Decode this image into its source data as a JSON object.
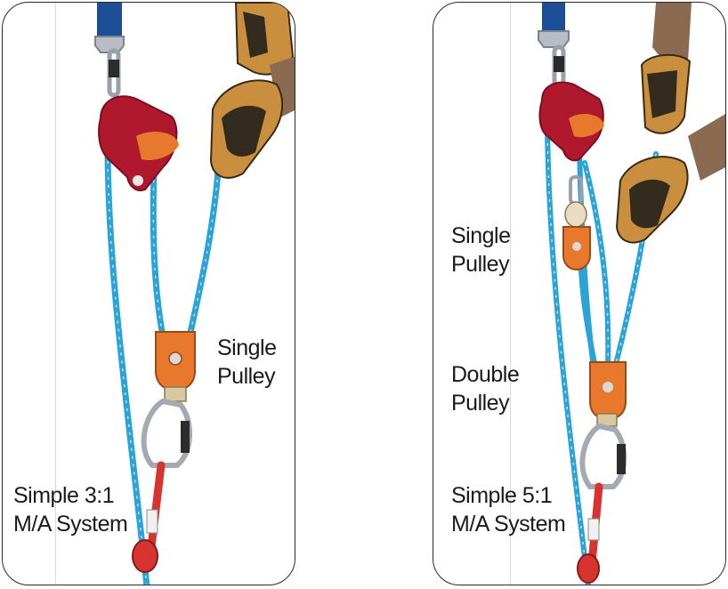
{
  "panels": [
    {
      "pulley_label": [
        "Single",
        "Pulley"
      ],
      "system_label": [
        "Simple 3:1",
        "M/A System"
      ]
    },
    {
      "pulley_label_top": [
        "Single",
        "Pulley"
      ],
      "pulley_label_bottom": [
        "Double",
        "Pulley"
      ],
      "system_label": [
        "Simple 5:1",
        "M/A System"
      ]
    }
  ],
  "colors": {
    "rope": "#2aa3d6",
    "device_red": "#b0182e",
    "pulley_orange": "#e8782c",
    "sling_red": "#d8342f",
    "webbing_blue": "#1d4f99",
    "glove_tan": "#c98f3f"
  }
}
